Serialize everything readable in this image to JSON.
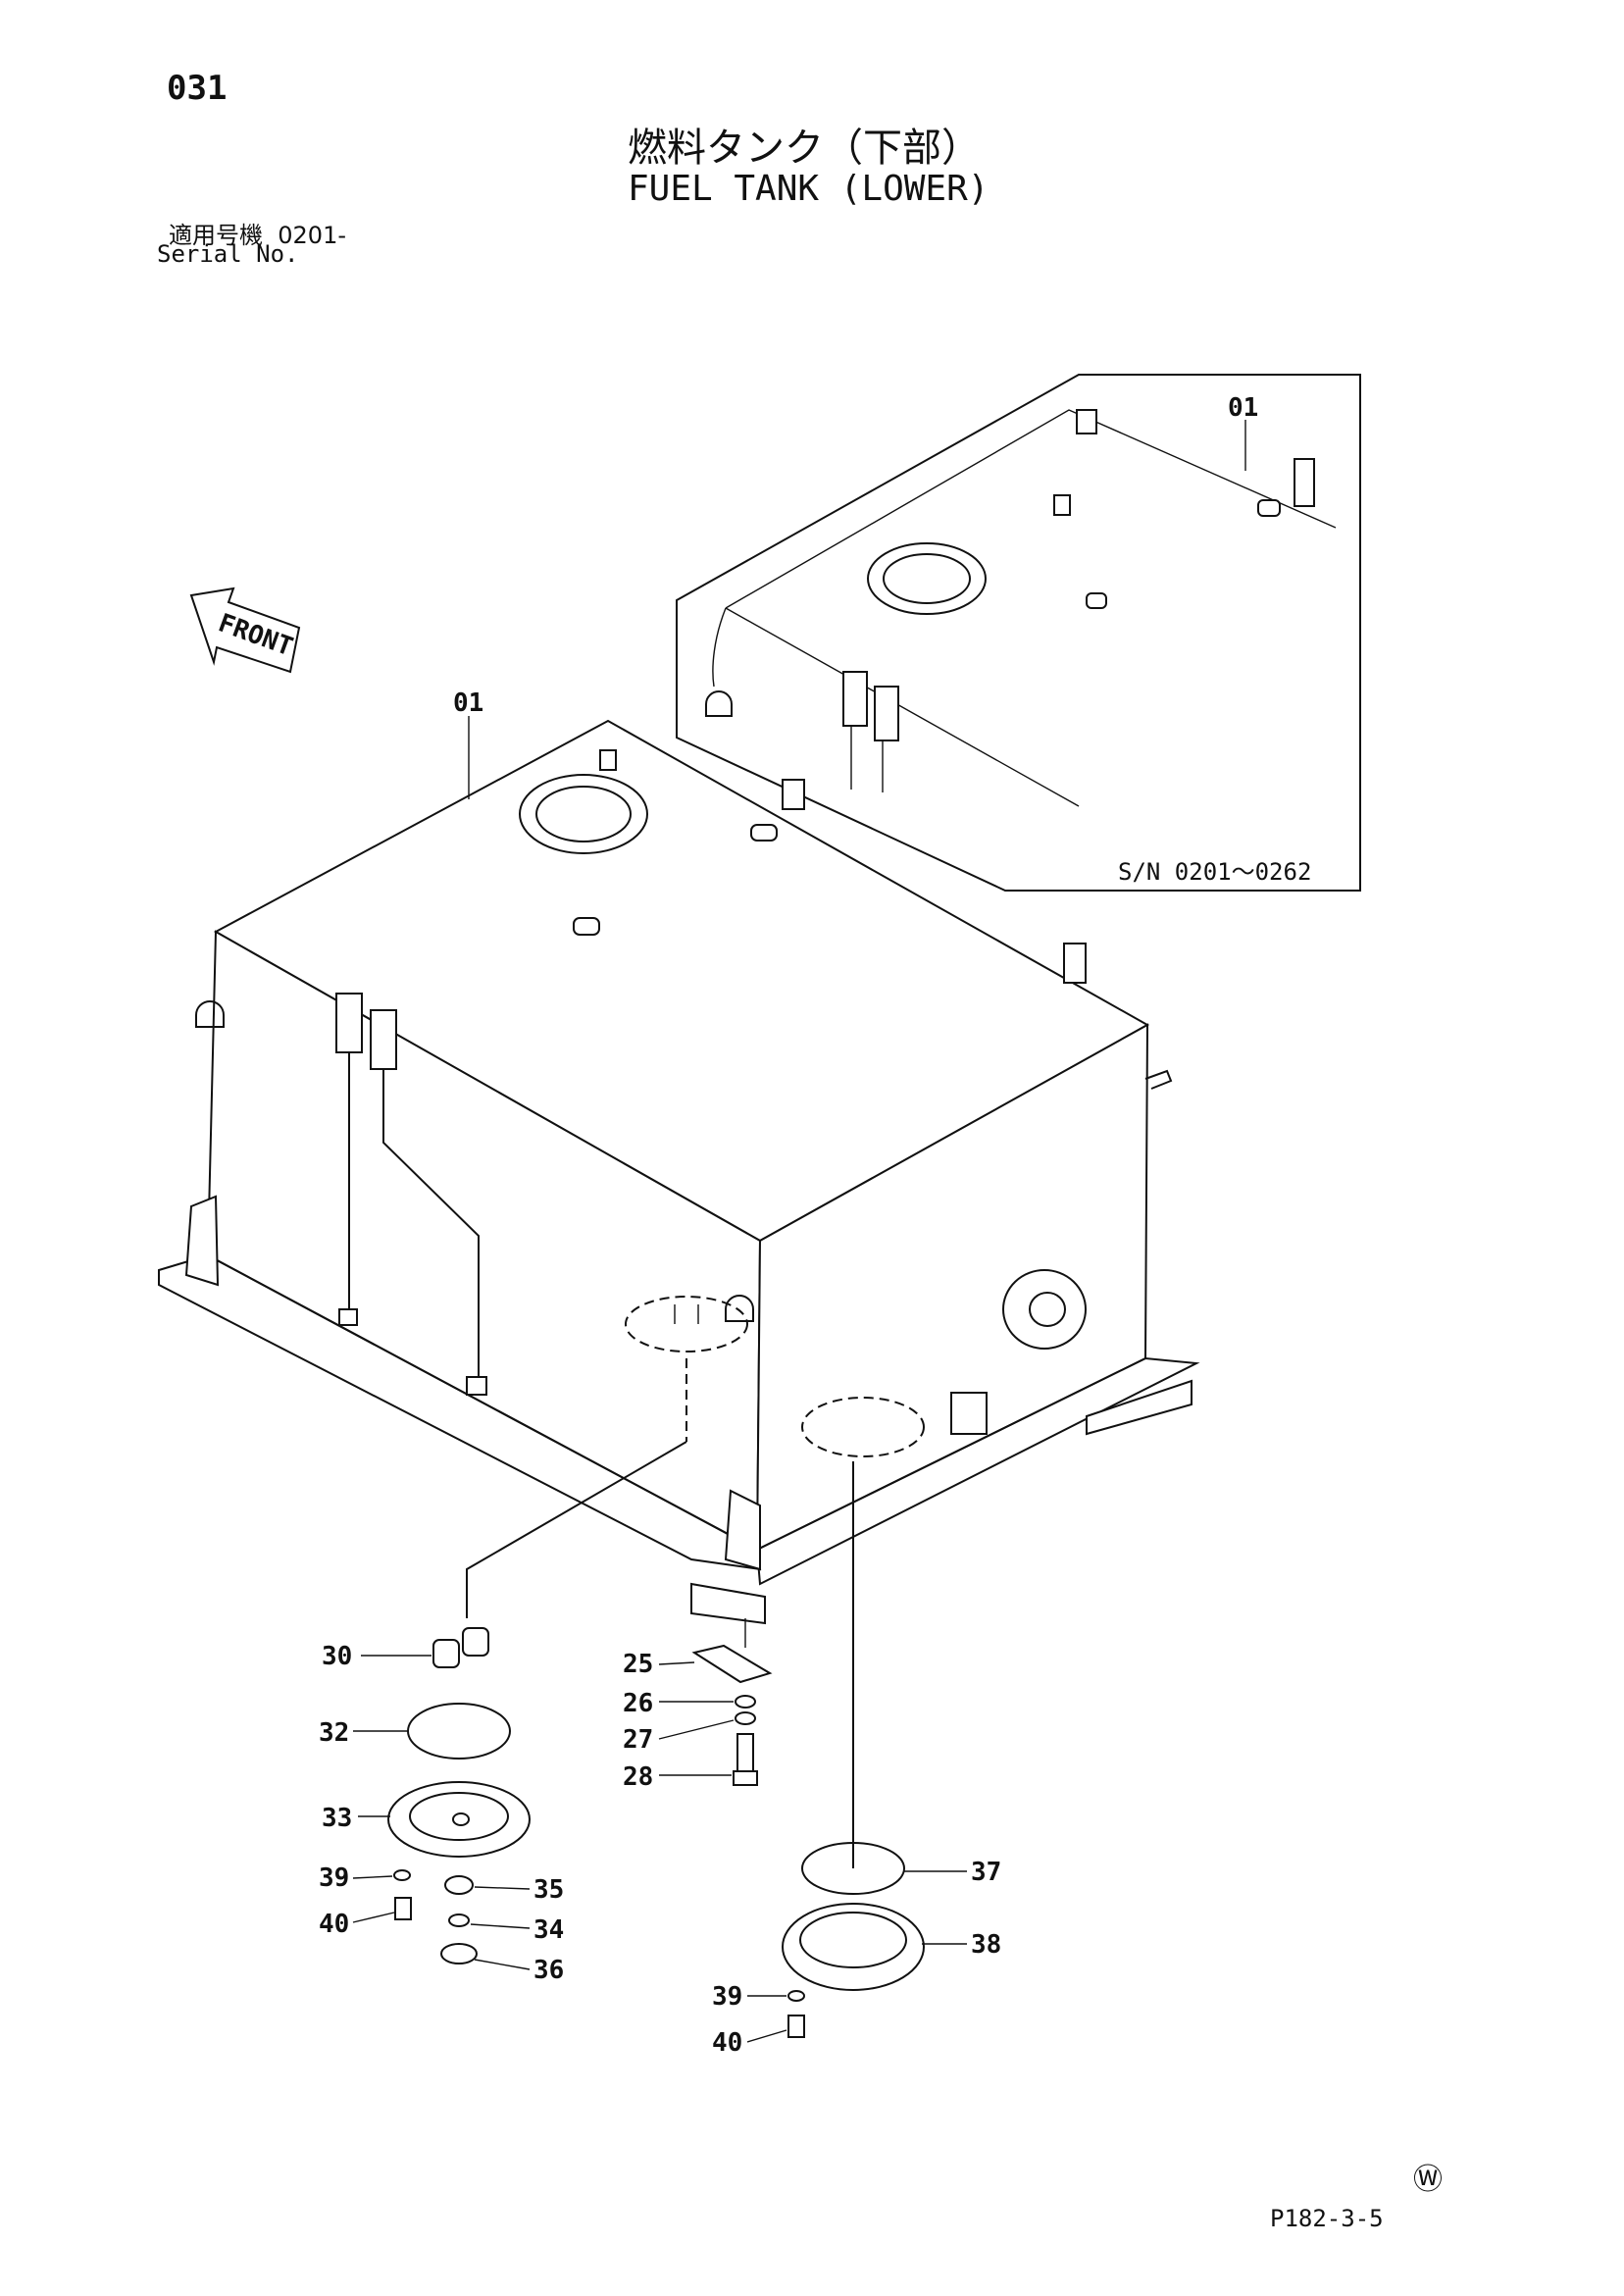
{
  "header": {
    "page_number": "031",
    "title_jp": "燃料タンク（下部）",
    "title_en": "FUEL TANK (LOWER)",
    "serial_label_jp": "適用号機",
    "serial_value": "0201-",
    "serial_label_en": "Serial No."
  },
  "diagram": {
    "front_arrow_label": "FRONT",
    "inset_serial_range": "S/N 0201～0262",
    "parts": [
      {
        "id": "tank_main",
        "label": "01"
      },
      {
        "id": "tank_inset",
        "label": "01"
      },
      {
        "id": "p25",
        "label": "25"
      },
      {
        "id": "p26",
        "label": "26"
      },
      {
        "id": "p27",
        "label": "27"
      },
      {
        "id": "p28",
        "label": "28"
      },
      {
        "id": "p30",
        "label": "30"
      },
      {
        "id": "p32",
        "label": "32"
      },
      {
        "id": "p33",
        "label": "33"
      },
      {
        "id": "p34",
        "label": "34"
      },
      {
        "id": "p35",
        "label": "35"
      },
      {
        "id": "p36",
        "label": "36"
      },
      {
        "id": "p37",
        "label": "37"
      },
      {
        "id": "p38",
        "label": "38"
      },
      {
        "id": "p39a",
        "label": "39"
      },
      {
        "id": "p40a",
        "label": "40"
      },
      {
        "id": "p39b",
        "label": "39"
      },
      {
        "id": "p40b",
        "label": "40"
      }
    ]
  },
  "footer": {
    "drawing_ref": "P182-3-5",
    "maker_mark": "Ⓦ"
  }
}
